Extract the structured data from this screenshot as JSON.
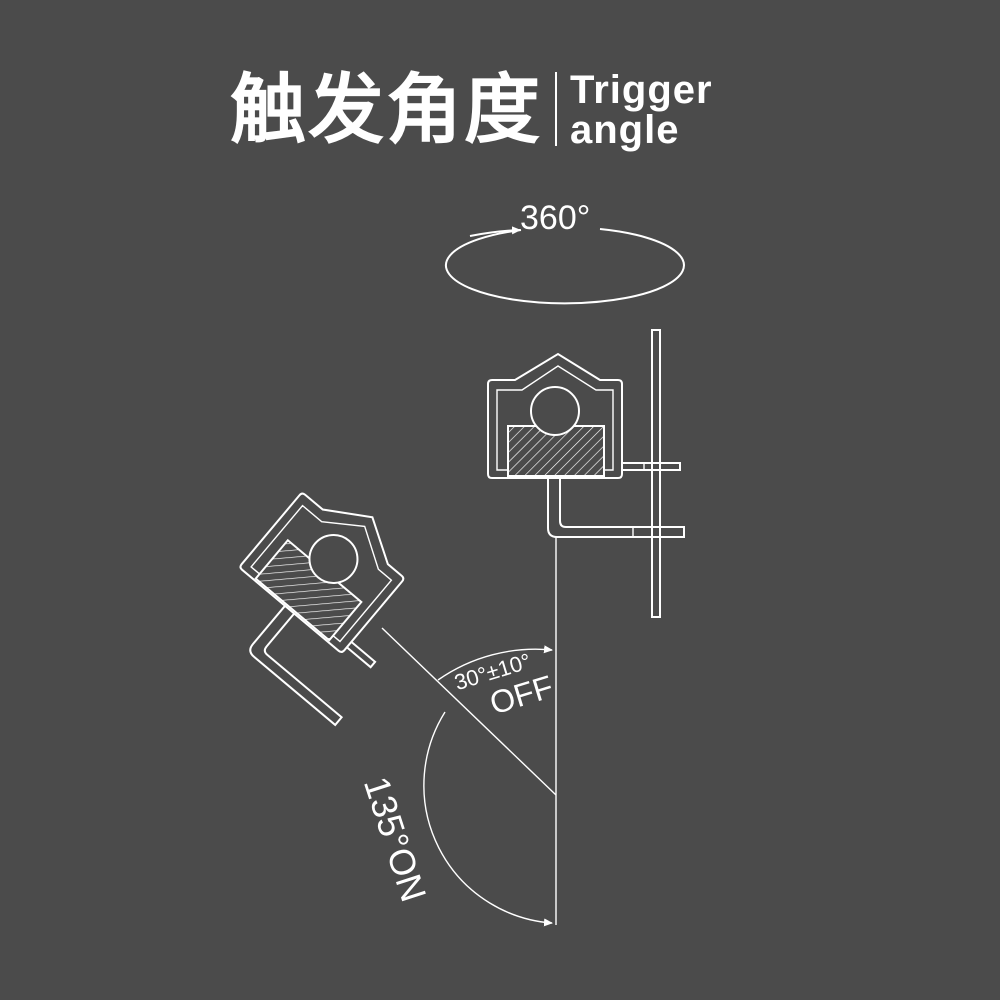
{
  "title": {
    "cn": "触发角度",
    "en_line1": "Trigger",
    "en_line2": "angle"
  },
  "labels": {
    "rotation": "360°",
    "off_angle": "30°±10°",
    "off": "OFF",
    "on_angle": "135°ON"
  },
  "colors": {
    "background": "#4b4b4b",
    "line": "#ffffff"
  }
}
